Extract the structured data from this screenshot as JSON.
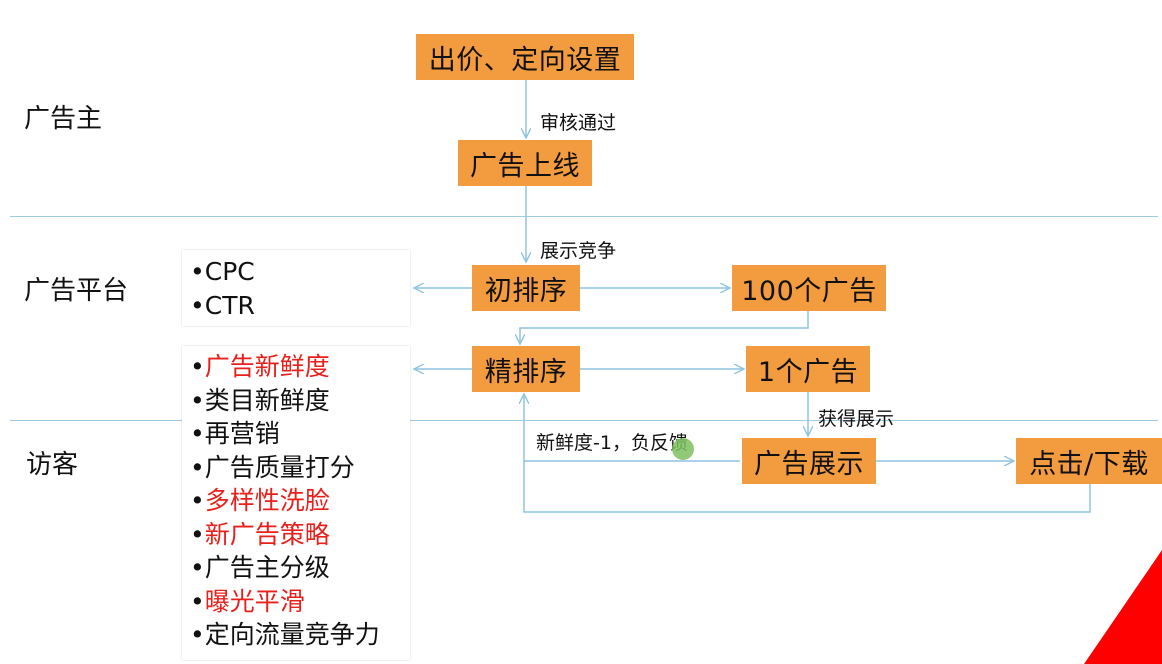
{
  "lanes": {
    "advertiser": "广告主",
    "platform": "广告平台",
    "visitor": "访客"
  },
  "boxes": {
    "bid_targeting": "出价、定向设置",
    "ad_online": "广告上线",
    "pre_rank": "初排序",
    "top100": "100个广告",
    "fine_rank": "精排序",
    "top1": "1个广告",
    "ad_display": "广告展示",
    "click_download": "点击/下载"
  },
  "edge_labels": {
    "review_pass": "审核通过",
    "display_competition": "展示竞争",
    "get_display": "获得展示",
    "feedback": "新鲜度-1，负反馈"
  },
  "panel_pre": [
    {
      "text": "CPC",
      "color": "#111111"
    },
    {
      "text": "CTR",
      "color": "#111111"
    }
  ],
  "panel_fine": [
    {
      "text": "广告新鲜度",
      "color": "#e8201c"
    },
    {
      "text": "类目新鲜度",
      "color": "#111111"
    },
    {
      "text": "再营销",
      "color": "#111111"
    },
    {
      "text": "广告质量打分",
      "color": "#111111"
    },
    {
      "text": "多样性洗脸",
      "color": "#e8201c"
    },
    {
      "text": "新广告策略",
      "color": "#e8201c"
    },
    {
      "text": "广告主分级",
      "color": "#111111"
    },
    {
      "text": "曝光平滑",
      "color": "#e8201c"
    },
    {
      "text": "定向流量竞争力",
      "color": "#111111"
    }
  ],
  "colors": {
    "box_fill": "#f39b3f",
    "line": "#8ec4e0",
    "accent_text": "#e8201c",
    "corner": "#ff0000"
  }
}
